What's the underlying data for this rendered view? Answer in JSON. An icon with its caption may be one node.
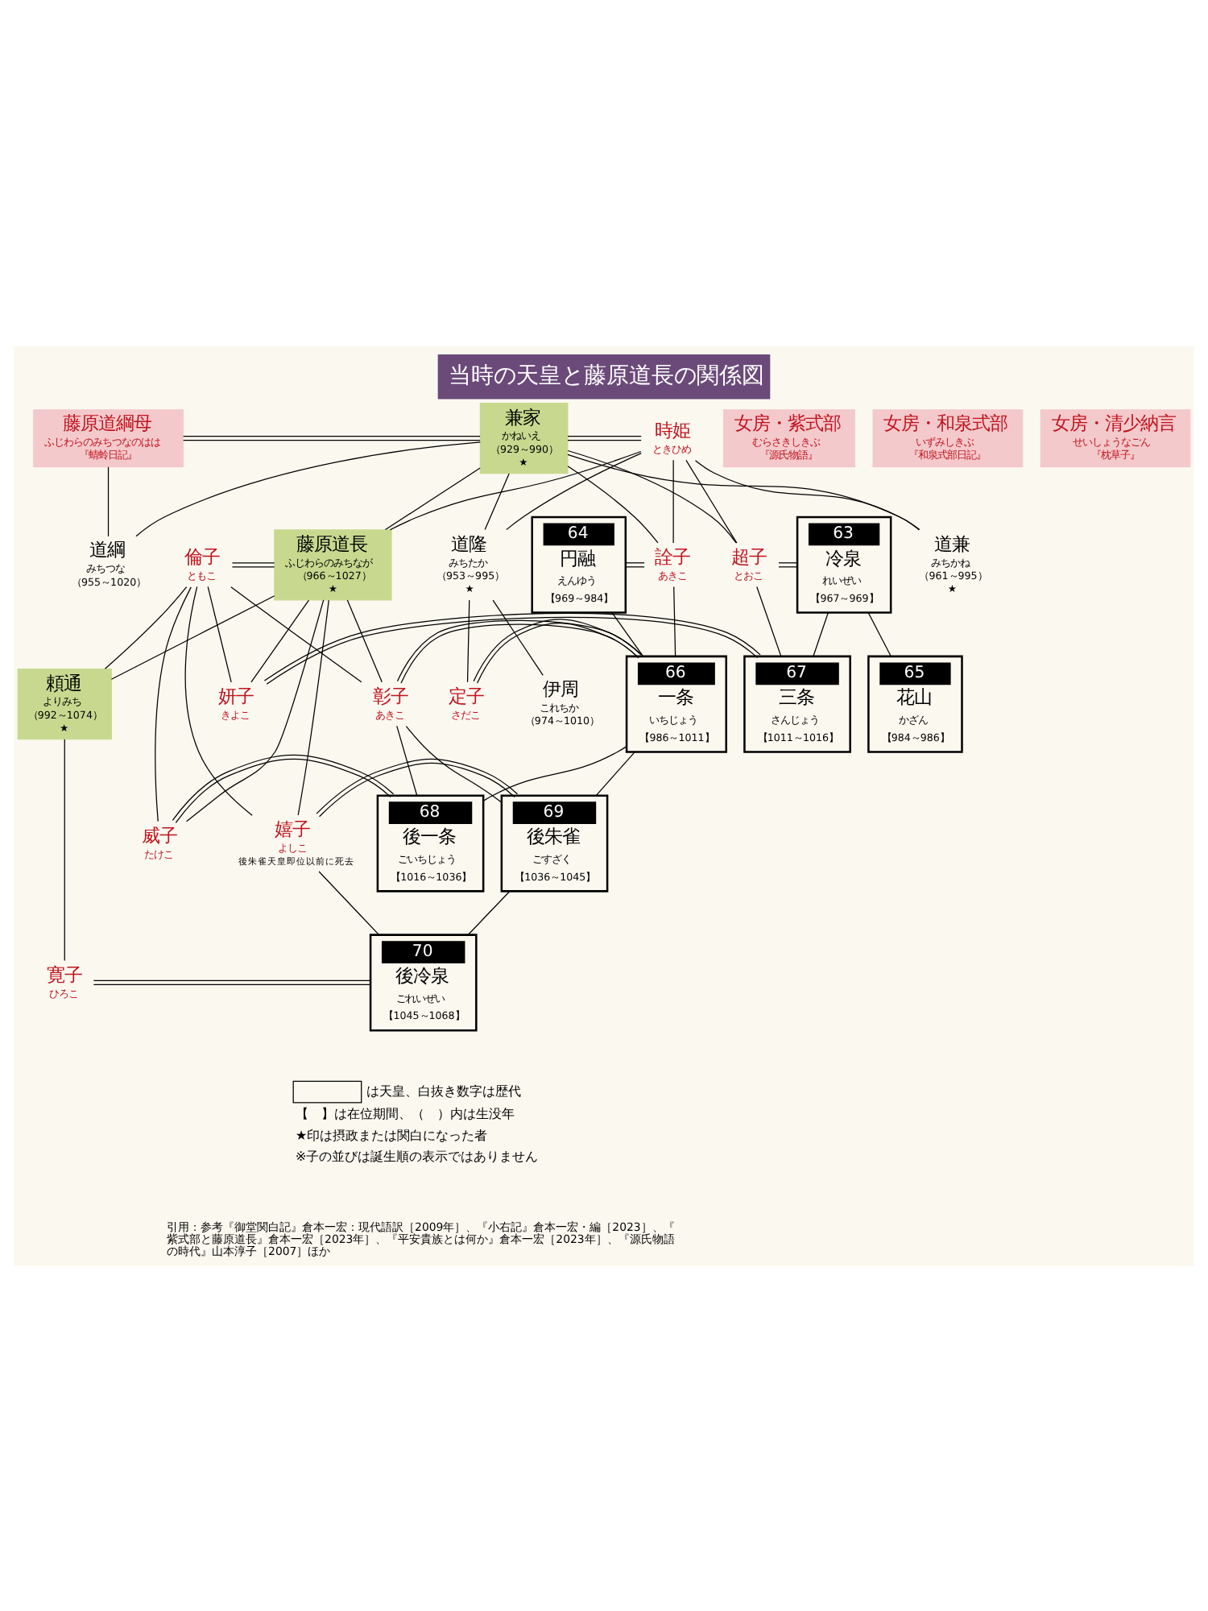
{
  "diagram": {
    "title": "当時の天皇と藤原道長の関係図",
    "nodes": [
      {
        "text": [
          "時姫",
          "ときひめ"
        ]
      },
      {
        "text": [
          "兼家",
          "かねいえ",
          "（929～990）",
          "★"
        ]
      },
      {
        "text": [
          "藤原道綱母",
          "ふじわらのみちつなのはは",
          "『蜻蛉日記』"
        ]
      },
      {
        "text": [
          "道綱",
          "みちつな",
          "（955～1020）"
        ]
      },
      {
        "text": [
          "倫子",
          "ともこ"
        ]
      },
      {
        "text": [
          "藤原道長",
          "ふじわらのみちなが",
          "（966～1027）",
          "★"
        ]
      },
      {
        "text": [
          "64",
          "円融",
          "えんゆう",
          "【969～984】"
        ]
      },
      {
        "text": [
          "詮子",
          "あきこ"
        ]
      },
      {
        "text": [
          "道兼",
          "みちかね",
          "（961～995）",
          "★"
        ]
      },
      {
        "text": [
          "道隆",
          "みちたか",
          "（953～995）",
          "★"
        ]
      },
      {
        "text": [
          "超子",
          "とおこ"
        ]
      },
      {
        "text": [
          "63",
          "冷泉",
          "れいぜい",
          "【967～969】"
        ]
      },
      {
        "text": [
          "頼通",
          "よりみち",
          "（992～1074）",
          "★"
        ]
      },
      {
        "text": [
          "女房・紫式部",
          "むらさきしきぶ",
          "『源氏物語』"
        ]
      },
      {
        "text": [
          "女房・和泉式部",
          "いずみしきぶ",
          "『和泉式部日記』"
        ]
      },
      {
        "text": [
          "彰子",
          "あきこ"
        ]
      },
      {
        "text": [
          "66",
          "一条",
          "いちじょう",
          "【986～1011】"
        ]
      },
      {
        "text": [
          "定子",
          "さだこ"
        ]
      },
      {
        "text": [
          "女房・清少納言",
          "せいしょうなごん",
          "『枕草子』"
        ]
      },
      {
        "text": [
          "伊周",
          "これちか",
          "（974～1010）"
        ]
      },
      {
        "text": [
          "65",
          "花山",
          "かざん",
          "【984～986】"
        ]
      },
      {
        "text": [
          "妍子",
          "きよこ"
        ]
      },
      {
        "text": [
          "67",
          "三条",
          "さんじょう",
          "【1011～1016】"
        ]
      },
      {
        "text": [
          "威子",
          "たけこ"
        ]
      },
      {
        "text": [
          "68",
          "後一条",
          "ごいちじょう",
          "【1016～1036】"
        ]
      },
      {
        "text": [
          "嬉子",
          "よしこ"
        ],
        "beside": [
          "後朱雀天皇即位以前に死去"
        ]
      },
      {
        "text": [
          "69",
          "後朱雀",
          "ごすざく",
          "【1036～1045】"
        ]
      },
      {
        "text": [
          "寛子",
          "ひろこ"
        ]
      },
      {
        "text": [
          "70",
          "後冷泉",
          "ごれいぜい",
          "【1045～1068】"
        ]
      }
    ],
    "edges": [
      {
        "from": 0,
        "to": 1,
        "arrow": "none"
      },
      {
        "from": 1,
        "to": 2,
        "arrow": "none"
      },
      {
        "from": 1,
        "to": 3,
        "arrow": "none"
      },
      {
        "from": 2,
        "to": 3,
        "arrow": "none"
      },
      {
        "from": 1,
        "to": 5,
        "arrow": "none"
      },
      {
        "from": 0,
        "to": 5,
        "arrow": "none"
      },
      {
        "from": 1,
        "to": 7,
        "arrow": "none"
      },
      {
        "from": 0,
        "to": 7,
        "arrow": "none"
      },
      {
        "from": 1,
        "to": 8,
        "arrow": "none"
      },
      {
        "from": 0,
        "to": 8,
        "arrow": "none"
      },
      {
        "from": 1,
        "to": 9,
        "arrow": "none"
      },
      {
        "from": 0,
        "to": 9,
        "arrow": "none"
      },
      {
        "from": 1,
        "to": 10,
        "arrow": "none"
      },
      {
        "from": 0,
        "to": 10,
        "arrow": "none"
      },
      {
        "from": 4,
        "to": 5,
        "arrow": "none"
      },
      {
        "from": 6,
        "to": 7,
        "arrow": "none"
      },
      {
        "from": 10,
        "to": 11,
        "arrow": "none"
      },
      {
        "from": 5,
        "to": 12,
        "arrow": "none"
      },
      {
        "from": 4,
        "to": 12,
        "arrow": "none"
      },
      {
        "from": 5,
        "to": 15,
        "arrow": "none"
      },
      {
        "from": 4,
        "to": 15,
        "arrow": "none"
      },
      {
        "from": 5,
        "to": 21,
        "arrow": "none"
      },
      {
        "from": 4,
        "to": 21,
        "arrow": "none"
      },
      {
        "from": 5,
        "to": 23,
        "arrow": "none"
      },
      {
        "from": 4,
        "to": 23,
        "arrow": "none"
      },
      {
        "from": 5,
        "to": 25,
        "arrow": "none"
      },
      {
        "from": 4,
        "to": 25,
        "arrow": "none"
      },
      {
        "from": 6,
        "to": 16,
        "arrow": "none"
      },
      {
        "from": 7,
        "to": 16,
        "arrow": "none"
      },
      {
        "from": 9,
        "to": 17,
        "arrow": "none"
      },
      {
        "from": 9,
        "to": 19,
        "arrow": "none"
      },
      {
        "from": 11,
        "to": 22,
        "arrow": "none"
      },
      {
        "from": 10,
        "to": 22,
        "arrow": "none"
      },
      {
        "from": 11,
        "to": 20,
        "arrow": "none"
      },
      {
        "from": 15,
        "to": 16,
        "arrow": "none"
      },
      {
        "from": 16,
        "to": 17,
        "arrow": "none"
      },
      {
        "from": 21,
        "to": 22,
        "arrow": "none"
      },
      {
        "from": 16,
        "to": 24,
        "arrow": "none"
      },
      {
        "from": 15,
        "to": 24,
        "arrow": "none"
      },
      {
        "from": 16,
        "to": 26,
        "arrow": "none"
      },
      {
        "from": 15,
        "to": 26,
        "arrow": "none"
      },
      {
        "from": 23,
        "to": 24,
        "arrow": "none"
      },
      {
        "from": 25,
        "to": 26,
        "arrow": "none"
      },
      {
        "from": 12,
        "to": 27,
        "arrow": "none"
      },
      {
        "from": 26,
        "to": 28,
        "arrow": "none"
      },
      {
        "from": 25,
        "to": 28,
        "arrow": "none"
      },
      {
        "from": 27,
        "to": 28,
        "arrow": "none"
      }
    ],
    "labels": [
      "【　】は在位期間、（　）内は生没年",
      "★印は摂政または関白になった者",
      "※子の並びは誕生順の表示ではありません",
      "引用：参考『御堂関白記』倉本一宏：現代語訳［2009年］、『小右記』倉本一宏・編［2023］、『紫式部と藤原道長』倉本一宏［2023年］、『平安貴族とは何か』倉本一宏［2023年］、『源氏物語の時代』山本淳子［2007］ほか"
    ],
    "legend": [
      {
        "text": "は天皇、白抜き数字は歴代"
      }
    ]
  }
}
